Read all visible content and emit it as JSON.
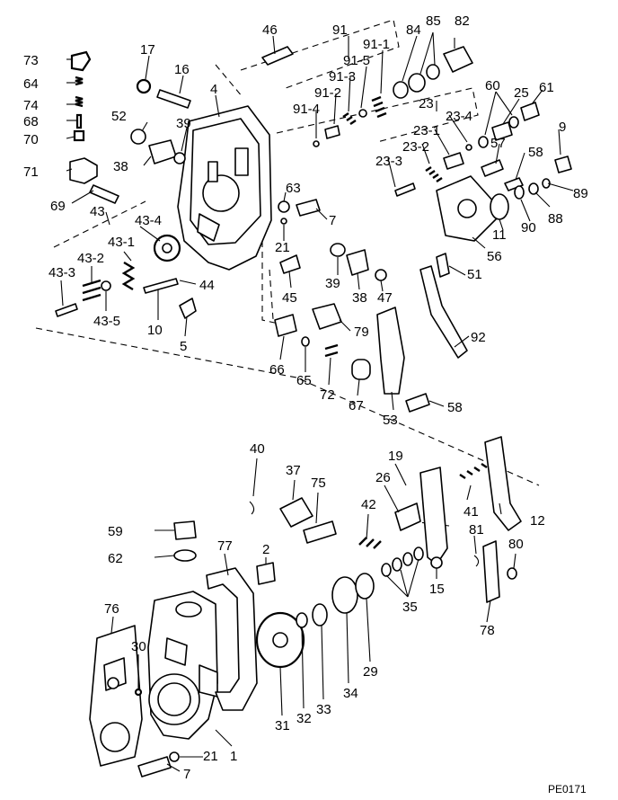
{
  "drawing_code": "PE0171",
  "part_numbers": {
    "p1": "1",
    "p2": "2",
    "p4": "4",
    "p5": "5",
    "p7a": "7",
    "p7b": "7",
    "p9": "9",
    "p10": "10",
    "p11": "11",
    "p12": "12",
    "p15": "15",
    "p16": "16",
    "p17": "17",
    "p19": "19",
    "p21a": "21",
    "p21b": "21",
    "p23": "23",
    "p23_1": "23-1",
    "p23_2": "23-2",
    "p23_3": "23-3",
    "p23_4": "23-4",
    "p25": "25",
    "p26": "26",
    "p29": "29",
    "p30": "30",
    "p31": "31",
    "p32": "32",
    "p33": "33",
    "p34": "34",
    "p35": "35",
    "p37": "37",
    "p38a": "38",
    "p38b": "38",
    "p39a": "39",
    "p39b": "39",
    "p40": "40",
    "p41": "41",
    "p42": "42",
    "p43": "43",
    "p43_1": "43-1",
    "p43_2": "43-2",
    "p43_3": "43-3",
    "p43_4": "43-4",
    "p43_5": "43-5",
    "p44": "44",
    "p45": "45",
    "p46": "46",
    "p47": "47",
    "p51": "51",
    "p52": "52",
    "p53": "53",
    "p56": "56",
    "p57": "57",
    "p58a": "58",
    "p58b": "58",
    "p59": "59",
    "p60": "60",
    "p61": "61",
    "p62": "62",
    "p63": "63",
    "p64": "64",
    "p65": "65",
    "p66": "66",
    "p67": "67",
    "p68": "68",
    "p69": "69",
    "p70": "70",
    "p71": "71",
    "p72": "72",
    "p73": "73",
    "p74": "74",
    "p75": "75",
    "p76": "76",
    "p77": "77",
    "p78": "78",
    "p79": "79",
    "p80": "80",
    "p81": "81",
    "p82": "82",
    "p84": "84",
    "p85": "85",
    "p88": "88",
    "p89": "89",
    "p90": "90",
    "p91": "91",
    "p91_1": "91-1",
    "p91_2": "91-2",
    "p91_3": "91-3",
    "p91_4": "91-4",
    "p91_5": "91-5",
    "p92": "92"
  }
}
